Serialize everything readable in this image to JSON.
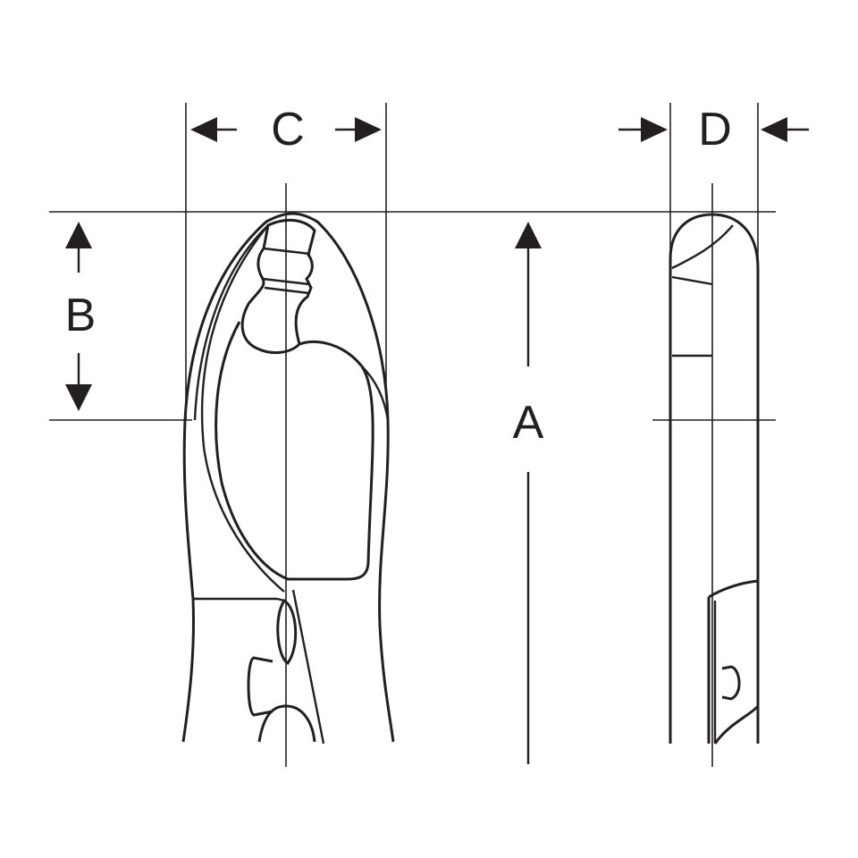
{
  "dimensions": {
    "a": "A",
    "b": "B",
    "c": "C",
    "d": "D"
  },
  "colors": {
    "ink": "#231f20",
    "background": "#ffffff"
  }
}
